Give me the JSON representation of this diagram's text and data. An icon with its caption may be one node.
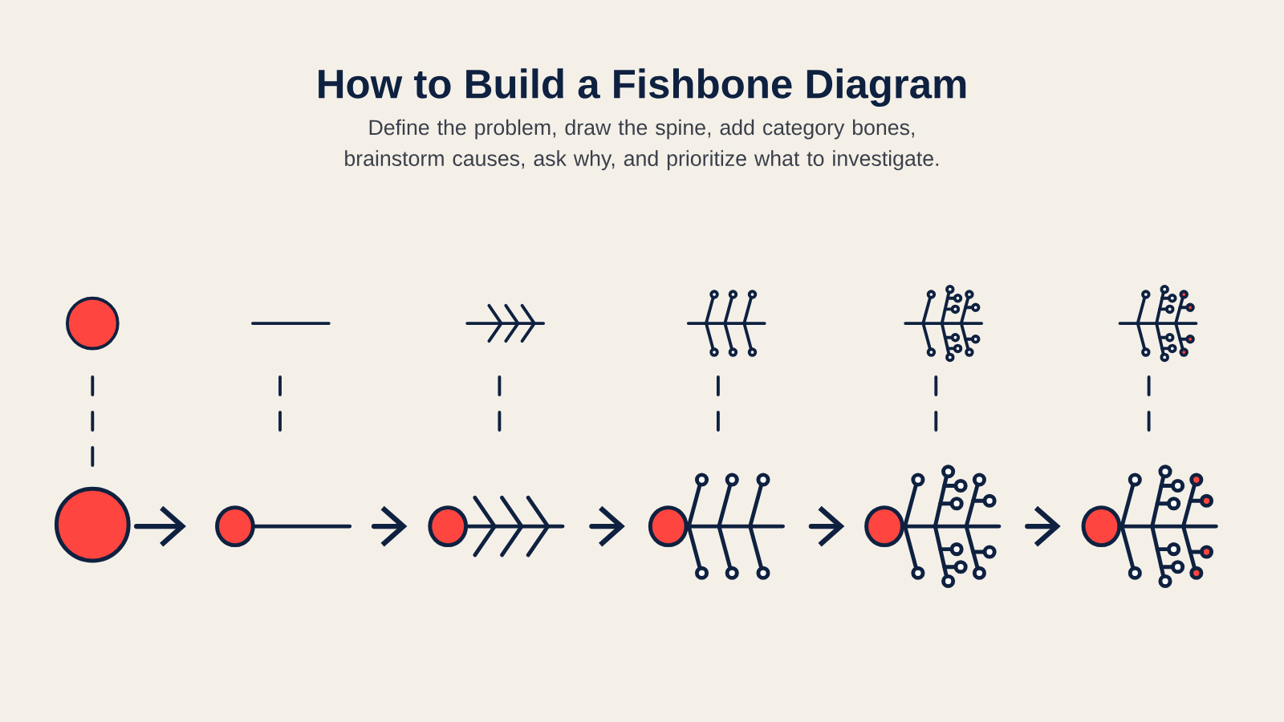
{
  "diagram": {
    "title": "How to Build a Fishbone Diagram",
    "nodes": [
      {
        "text": [],
        "shape": "circle"
      },
      {
        "text": [],
        "shape": "picture"
      },
      {
        "text": [],
        "shape": "picture"
      },
      {
        "text": [],
        "shape": "picture"
      },
      {
        "text": [],
        "shape": "picture"
      },
      {
        "text": [],
        "shape": "picture"
      },
      {
        "text": [],
        "shape": "circle"
      },
      {
        "text": [],
        "shape": "picture"
      },
      {
        "text": [],
        "shape": "picture"
      },
      {
        "text": [],
        "shape": "picture"
      },
      {
        "text": [],
        "shape": "picture"
      },
      {
        "text": [],
        "shape": "picture"
      }
    ],
    "edges": [
      {
        "from": 0,
        "to": 6,
        "arrow": "none",
        "style": "dashed"
      },
      {
        "from": 1,
        "to": 7,
        "arrow": "none",
        "style": "dashed"
      },
      {
        "from": 2,
        "to": 8,
        "arrow": "none",
        "style": "dashed"
      },
      {
        "from": 3,
        "to": 9,
        "arrow": "none",
        "style": "dashed"
      },
      {
        "from": 4,
        "to": 10,
        "arrow": "none",
        "style": "dashed"
      },
      {
        "from": 5,
        "to": 11,
        "arrow": "none",
        "style": "dashed"
      },
      {
        "from": 6,
        "to": 7,
        "arrow": "to"
      },
      {
        "from": 7,
        "to": 8,
        "arrow": "to"
      },
      {
        "from": 8,
        "to": 9,
        "arrow": "to"
      },
      {
        "from": 9,
        "to": 10,
        "arrow": "to"
      },
      {
        "from": 10,
        "to": 11,
        "arrow": "to"
      }
    ],
    "labels": [
      "Define the problem, draw the spine, add category bones, brainstorm causes, ask why, and prioritize what to investigate."
    ]
  }
}
